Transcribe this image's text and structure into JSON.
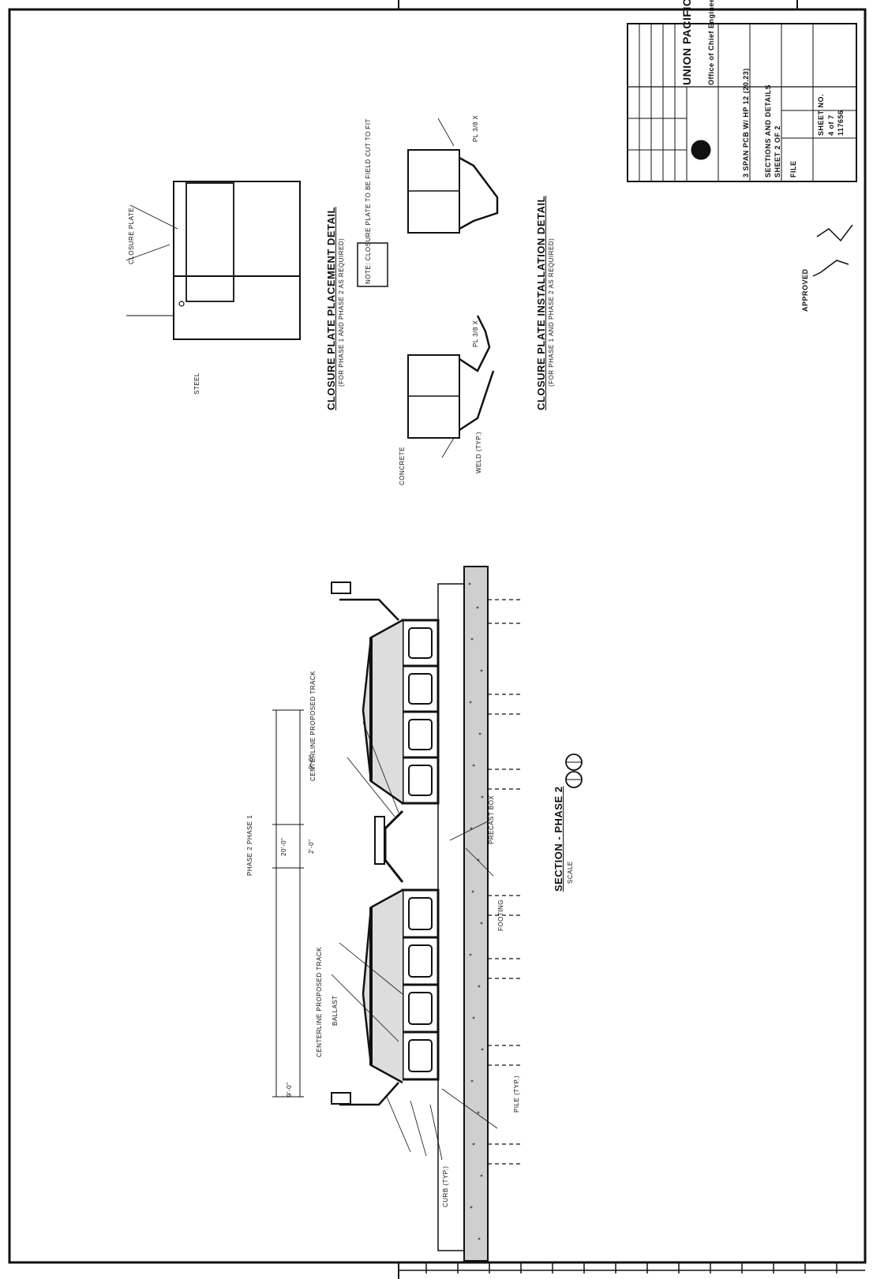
{
  "drawing": {
    "section_title": "SECTION - PHASE 2",
    "section_scale": "SCALE",
    "placement_detail_title": "CLOSURE PLATE PLACEMENT DETAIL",
    "installation_detail_title": "CLOSURE PLATE INSTALLATION DETAIL",
    "detail_subnote": "(FOR PHASE 1 AND PHASE 2 AS REQUIRED)",
    "dim_left": "9'-0\"",
    "dim_right": "9'-0\"",
    "dim_total": "20'-0\"",
    "dim_mid": "2'-0\"",
    "phase_label": "PHASE 2   PHASE 1",
    "plate_left": "PL 3/8 X",
    "plate_right": "PL 3/8 X",
    "note_box": "NOTE: CLOSURE PLATE TO BE FIELD CUT TO FIT",
    "labels": {
      "cl_track_left": "CENTERLINE PROPOSED TRACK",
      "cl_track_right": "CENTERLINE PROPOSED TRACK",
      "ballast": "BALLAST",
      "precast_box": "PRECAST BOX",
      "pile": "PILE (TYP.)",
      "footing": "FOOTING",
      "curb": "CURB (TYP.)",
      "closure_plate": "CLOSURE PLATE",
      "weld": "WELD (TYP.)",
      "concrete": "CONCRETE",
      "steel": "STEEL"
    }
  },
  "title_block": {
    "company": "UNION PACIFIC RAILROAD",
    "department": "Office of Chief Engineer, Engineering Design",
    "project": "3 SPAN PCB W/ HP 12 (20.23)",
    "sheet_title": "SECTIONS AND DETAILS",
    "sheet_subtitle": "SHEET 2 OF 2",
    "sheet_no_label": "SHEET NO.",
    "sheet_no": "4 of 7",
    "drawing_no": "117656",
    "file_label": "FILE",
    "approved": "APPROVED"
  },
  "colors": {
    "ink": "#111111",
    "paper": "#ffffff"
  }
}
